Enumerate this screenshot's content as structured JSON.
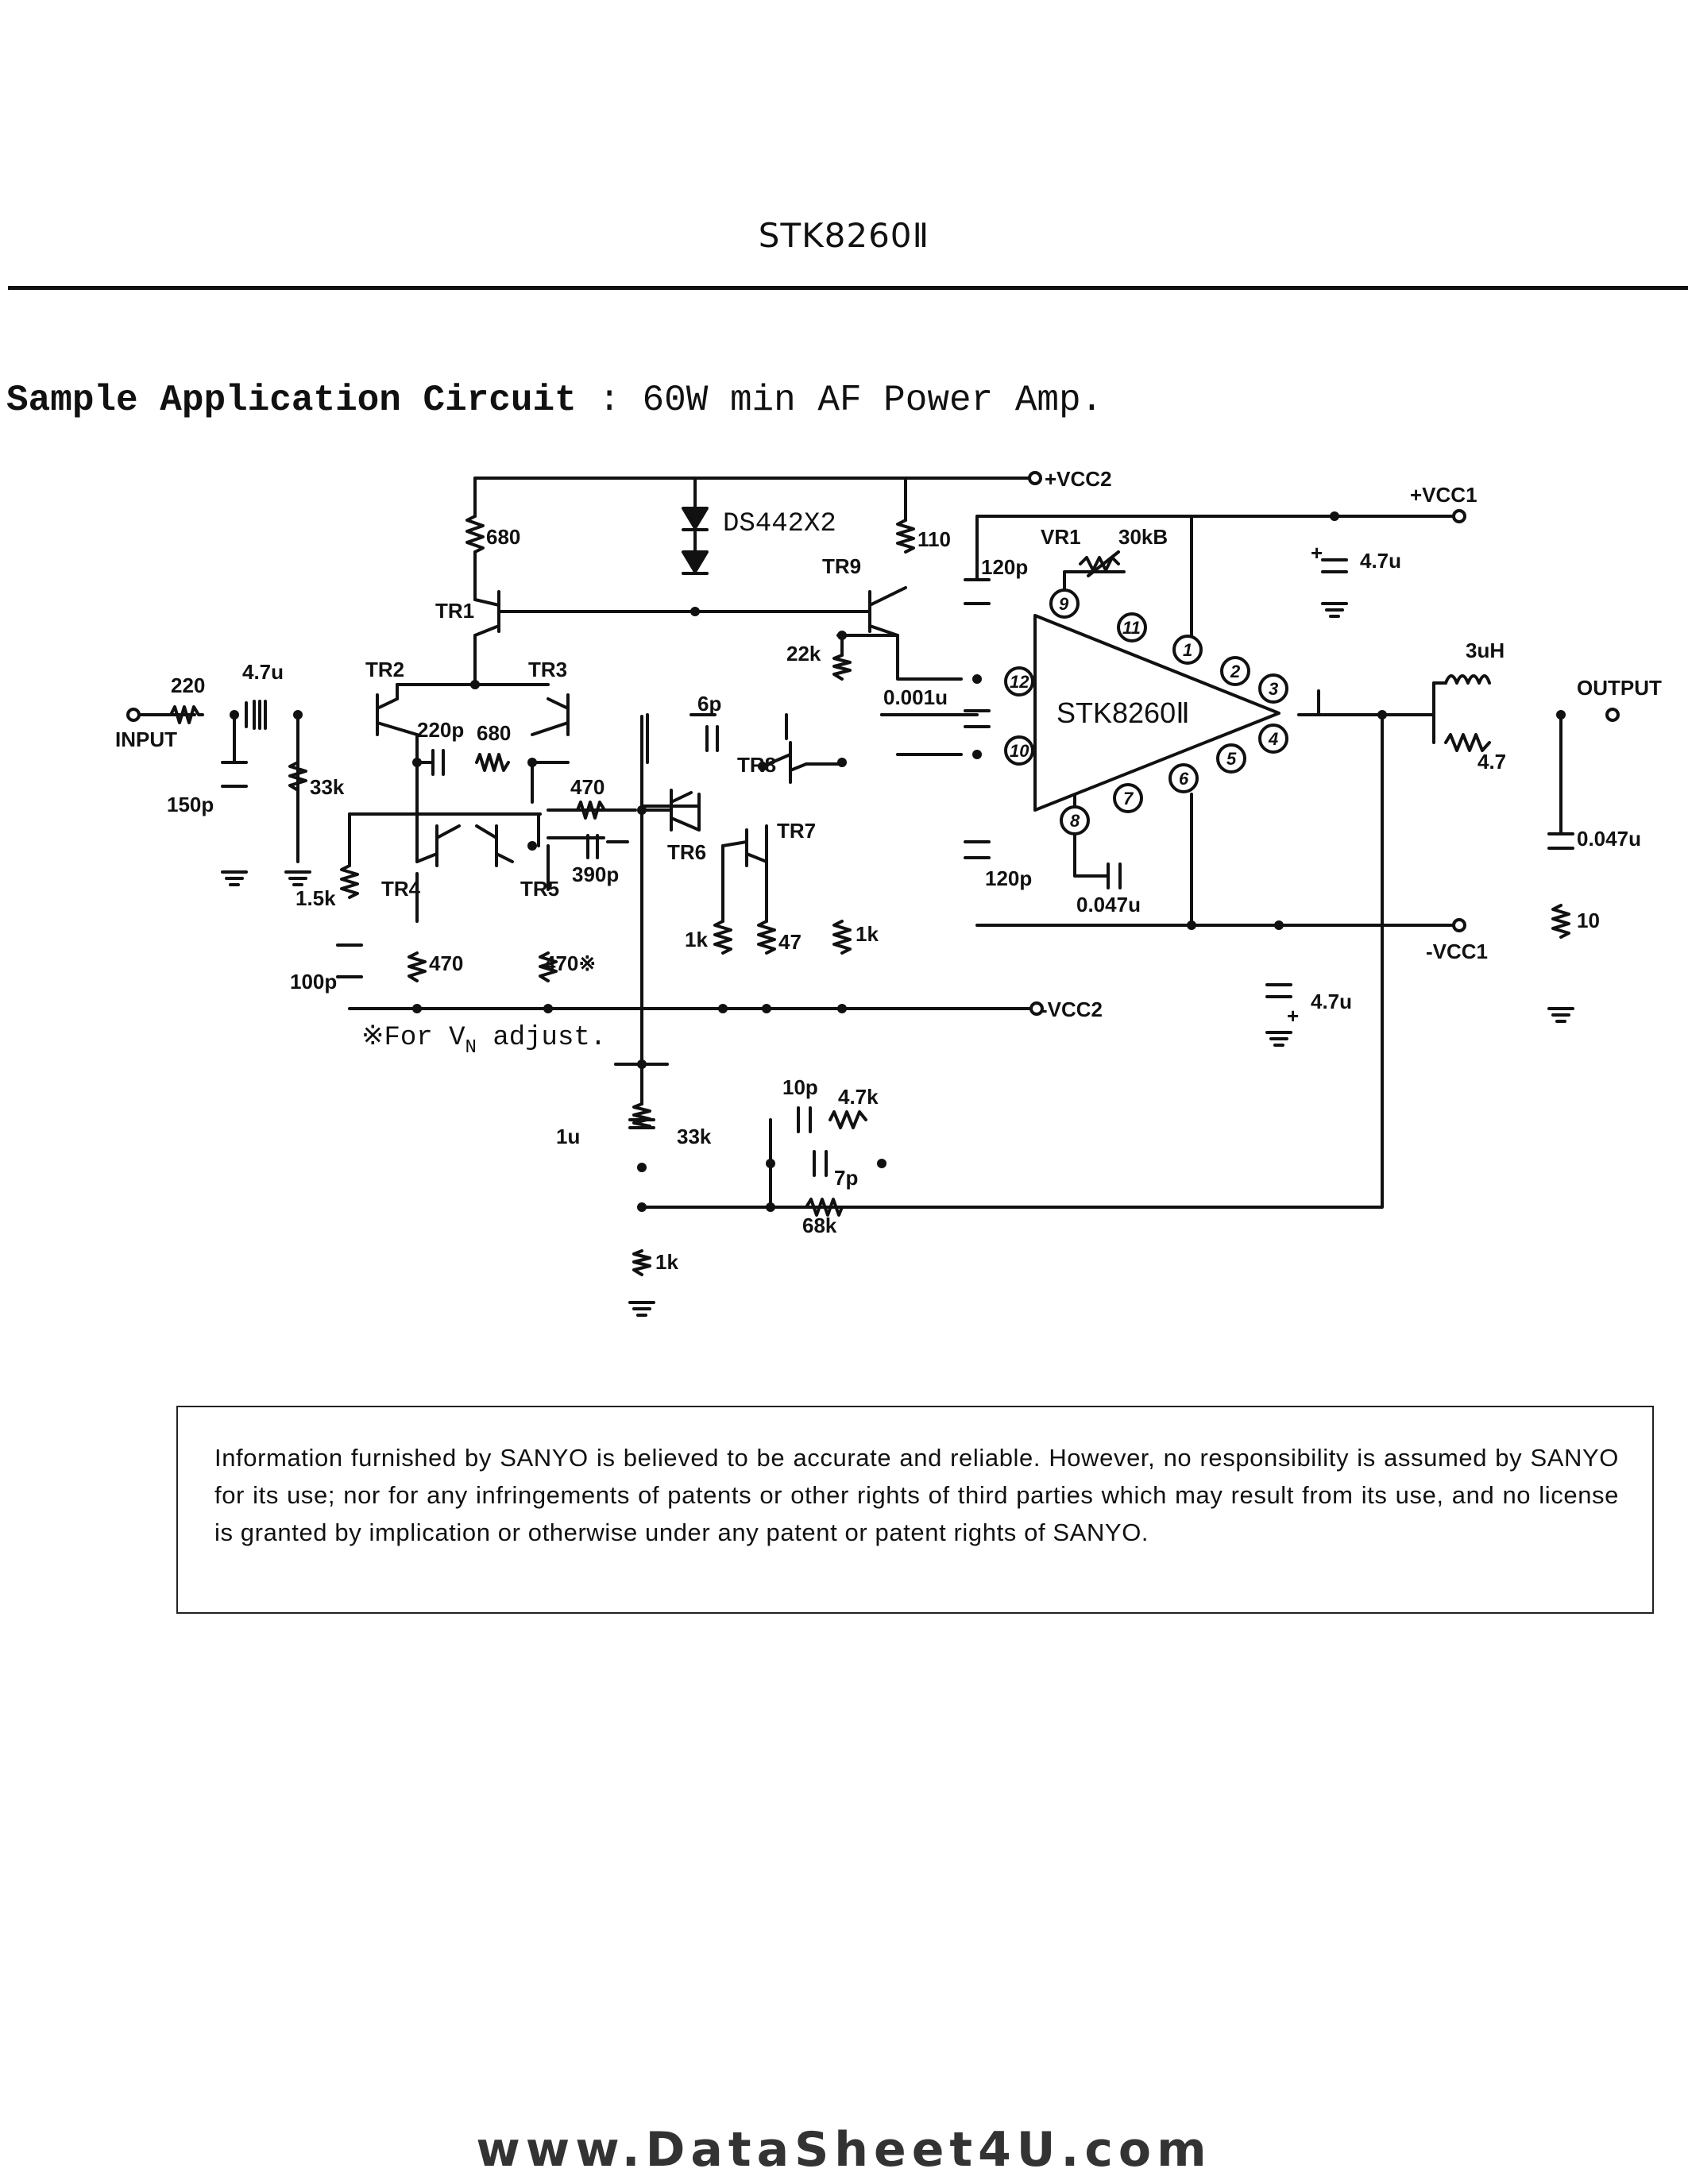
{
  "header": {
    "part_number": "STK8260Ⅱ"
  },
  "section": {
    "title_bold": "Sample Application Circuit",
    "title_rest": ": 60W min AF Power Amp."
  },
  "circuit": {
    "ic_label": "STK8260Ⅱ",
    "rails": {
      "vcc2_pos": "+VCC2",
      "vcc1_pos": "+VCC1",
      "vcc2_neg": "-VCC2",
      "vcc1_neg": "-VCC1"
    },
    "ports": {
      "input": "INPUT",
      "output": "OUTPUT"
    },
    "transistors": [
      "TR1",
      "TR2",
      "TR3",
      "TR4",
      "TR5",
      "TR6",
      "TR7",
      "TR8",
      "TR9"
    ],
    "diode": "DS442X2",
    "trimmer": {
      "name": "VR1",
      "value": "30kB"
    },
    "ic_pins": [
      "9",
      "11",
      "1",
      "2",
      "3",
      "12",
      "10",
      "4",
      "5",
      "6",
      "7",
      "8"
    ],
    "components": {
      "r_680_top": "680",
      "r_110": "110",
      "r_22k": "22k",
      "r_220": "220",
      "c_4u7_in": "4.7u",
      "c_150p": "150p",
      "r_33k_in": "33k",
      "c_220p": "220p",
      "r_680_mid": "680",
      "r_470_fb": "470",
      "c_390p": "390p",
      "r_1k5": "1.5k",
      "r_470_tr4": "470",
      "r_470_tr5": "470※",
      "c_100p": "100p",
      "c_6p": "6p",
      "r_1k_tr6": "1k",
      "r_47": "47",
      "r_1k_tr9": "1k",
      "c_120p_top": "120p",
      "c_0001u": "0.001u",
      "c_120p_bot": "120p",
      "c_0047u_ic": "0.047u",
      "c_4u7_pos": "4.7u",
      "c_4u7_neg": "4.7u",
      "l_3uh": "3uH",
      "r_4_7": "4.7",
      "c_0047u_out": "0.047u",
      "r_10": "10",
      "c_1u": "1u",
      "r_33k_fb": "33k",
      "r_1k_fb": "1k",
      "c_10p": "10p",
      "r_4k7": "4.7k",
      "c_7p": "7p",
      "r_68k": "68k"
    },
    "vn_note": {
      "prefix": "※For V",
      "sub": "N",
      "suffix": " adjust."
    }
  },
  "disclaimer": "Information furnished by SANYO is believed to be accurate and reliable. However, no responsibility is assumed by SANYO for its use; nor for any infringements of patents or other rights of third parties which may result from its use, and no license is granted by implication or otherwise under any patent or patent rights of SANYO.",
  "footer": {
    "url_prefix": "www.DataSheet",
    "url_num": "4U",
    "url_suffix": ".com"
  }
}
